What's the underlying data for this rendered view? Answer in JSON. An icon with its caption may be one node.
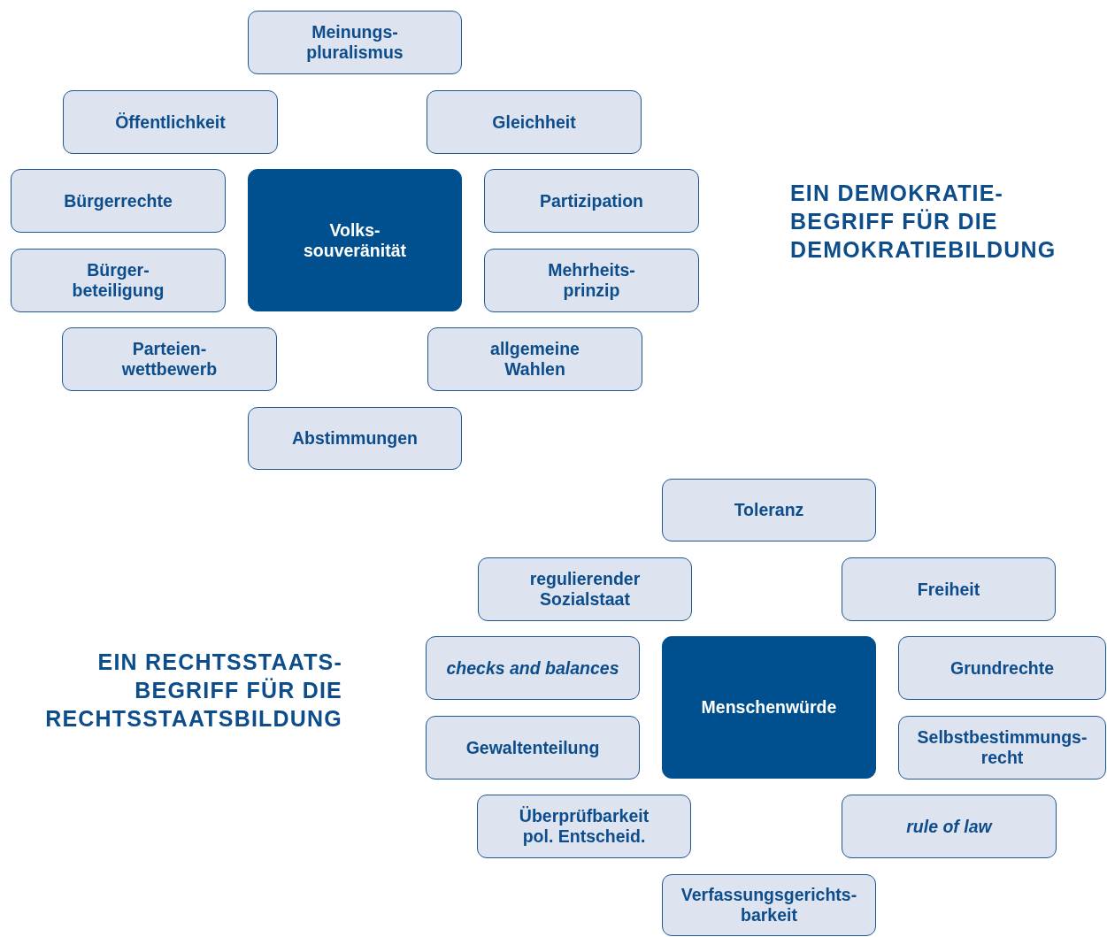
{
  "diagram": {
    "nodes": [
      {
        "text": [
          "Meinungs- pluralismus"
        ]
      },
      {
        "text": [
          "Öffentlichkeit"
        ]
      },
      {
        "text": [
          "Gleichheit"
        ]
      },
      {
        "text": [
          "Bürgerrechte"
        ]
      },
      {
        "text": [
          "Volks- souveränität"
        ]
      },
      {
        "text": [
          "Partizipation"
        ]
      },
      {
        "text": [
          "Bürger- beteiligung"
        ]
      },
      {
        "text": [
          "Mehrheits- prinzip"
        ]
      },
      {
        "text": [
          "Parteien- wettbewerb"
        ]
      },
      {
        "text": [
          "allgemeine Wahlen"
        ]
      },
      {
        "text": [
          "Abstimmungen"
        ]
      },
      {
        "text": [
          "Toleranz"
        ]
      },
      {
        "text": [
          "regulierender Sozialstaat"
        ]
      },
      {
        "text": [
          "Freiheit"
        ]
      },
      {
        "text": [
          "checks and balances"
        ]
      },
      {
        "text": [
          "Menschenwürde"
        ]
      },
      {
        "text": [
          "Grundrechte"
        ]
      },
      {
        "text": [
          "Gewaltenteilung"
        ]
      },
      {
        "text": [
          "Selbstbestimmungs- recht"
        ]
      },
      {
        "text": [
          "Überprüfbarkeit pol. Entscheid."
        ]
      },
      {
        "text": [
          "rule of law"
        ]
      },
      {
        "text": [
          "Verfassungsgerichts- barkeit"
        ]
      }
    ],
    "labels": [
      "EIN DEMOKRATIE- BEGRIFF FÜR DIE DEMOKRATIEBILDUNG",
      "EIN RECHTSSTAATS- BEGRIFF FÜR DIE RECHTSSTAATSBILDUNG"
    ]
  }
}
